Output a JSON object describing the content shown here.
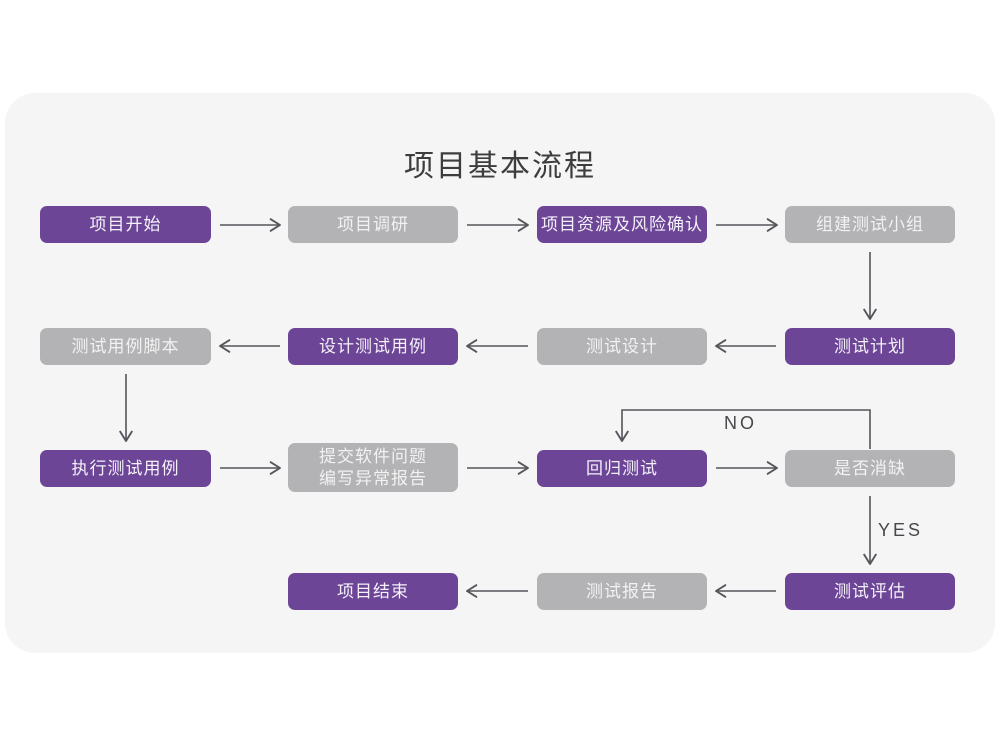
{
  "title": "项目基本流程",
  "colors": {
    "purple": "#6C4596",
    "gray": "#B3B3B5",
    "card_bg": "#F5F5F6",
    "arrow": "#55555A",
    "page_bg": "#FFFFFF"
  },
  "nodes": {
    "start": {
      "label": "项目开始",
      "variant": "purple"
    },
    "research": {
      "label": "项目调研",
      "variant": "gray"
    },
    "risk": {
      "label": "项目资源及风险确认",
      "variant": "purple"
    },
    "team": {
      "label": "组建测试小组",
      "variant": "gray"
    },
    "plan": {
      "label": "测试计划",
      "variant": "purple"
    },
    "design": {
      "label": "测试设计",
      "variant": "gray"
    },
    "cases": {
      "label": "设计测试用例",
      "variant": "purple"
    },
    "script": {
      "label": "测试用例脚本",
      "variant": "gray"
    },
    "execute": {
      "label": "执行测试用例",
      "variant": "purple"
    },
    "submit": {
      "line1": "提交软件问题",
      "line2": "编写异常报告",
      "variant": "gray"
    },
    "regression": {
      "label": "回归测试",
      "variant": "purple"
    },
    "defect": {
      "label": "是否消缺",
      "variant": "gray"
    },
    "evaluate": {
      "label": "测试评估",
      "variant": "purple"
    },
    "report": {
      "label": "测试报告",
      "variant": "gray"
    },
    "end": {
      "label": "项目结束",
      "variant": "purple"
    }
  },
  "labels": {
    "no": "NO",
    "yes": "YES"
  }
}
